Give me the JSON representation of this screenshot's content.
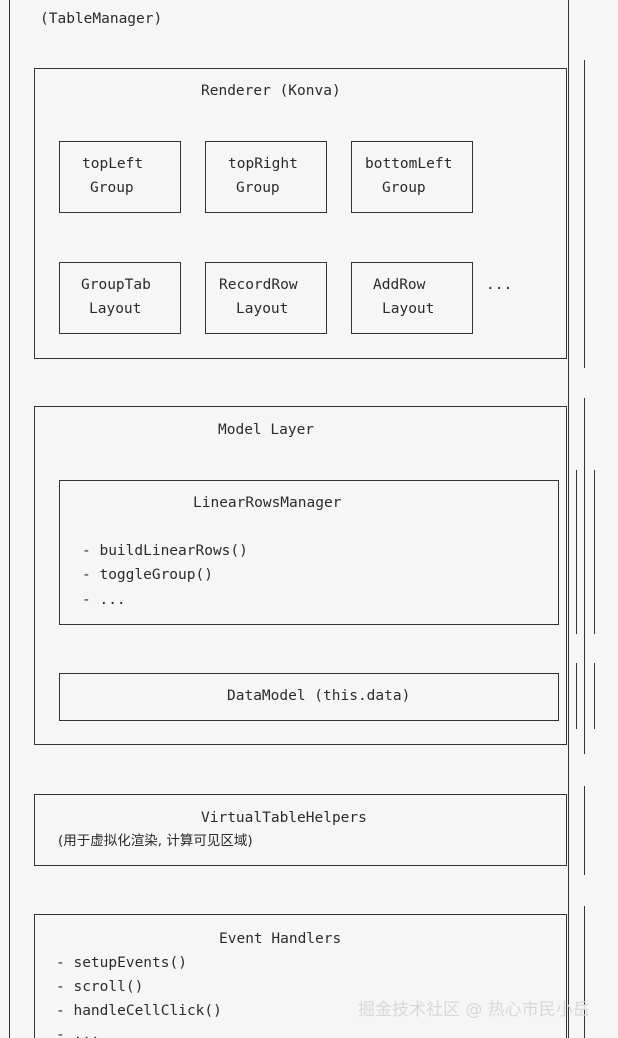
{
  "outer": {
    "title": "(TableManager)"
  },
  "renderer": {
    "title": "Renderer (Konva)",
    "groups": [
      {
        "line1": "topLeft",
        "line2": "Group"
      },
      {
        "line1": "topRight",
        "line2": "Group"
      },
      {
        "line1": "bottomLeft",
        "line2": "Group"
      }
    ],
    "layouts": [
      {
        "line1": "GroupTab",
        "line2": "Layout"
      },
      {
        "line1": "RecordRow",
        "line2": "Layout"
      },
      {
        "line1": "AddRow",
        "line2": "Layout"
      }
    ],
    "ellipsis": "..."
  },
  "model_layer": {
    "title": "Model Layer",
    "linear_rows_manager": {
      "title": "LinearRowsManager",
      "methods": [
        "- buildLinearRows()",
        "- toggleGroup()",
        "- ..."
      ]
    },
    "data_model": {
      "title": "DataModel (this.data)"
    }
  },
  "virtual_helpers": {
    "title": "VirtualTableHelpers",
    "description": "(用于虚拟化渲染, 计算可见区域)"
  },
  "event_handlers": {
    "title": "Event Handlers",
    "methods": [
      "- setupEvents()",
      "- scroll()",
      "- handleCellClick()",
      "- ..."
    ]
  },
  "watermark": "掘金技术社区 @ 热心市民小岳"
}
